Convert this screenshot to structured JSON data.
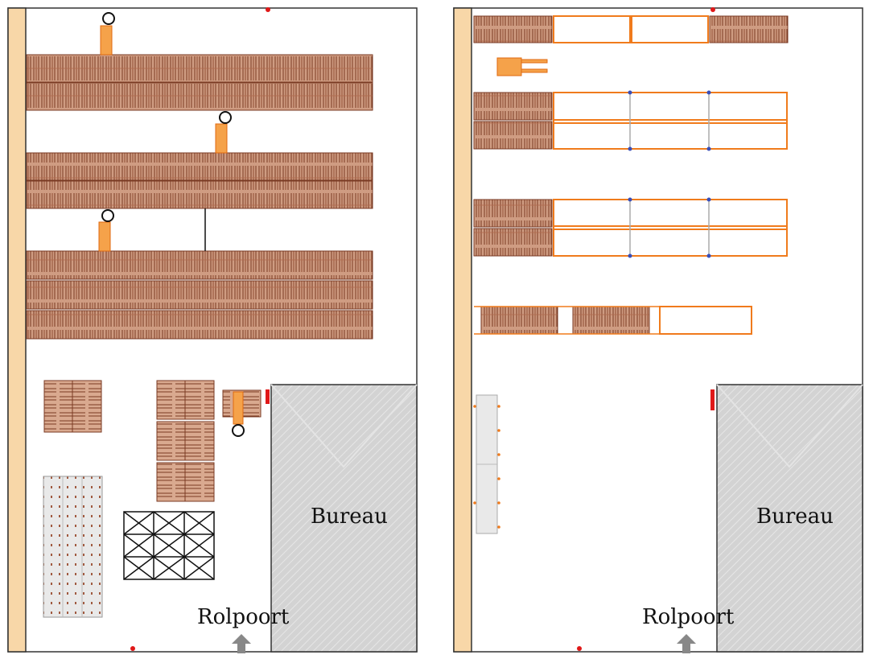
{
  "plans": [
    {
      "id": "left",
      "office_label": "Bureau",
      "door_label": "Rolpoort"
    },
    {
      "id": "right",
      "office_label": "Bureau",
      "door_label": "Rolpoort"
    }
  ],
  "colors": {
    "wall": "#f8d7a8",
    "wall_border": "#444444",
    "pallet_rack_fill": "#c58a6d",
    "pallet_rack_line": "#7a3a23",
    "orange_beam": "#f07b1c",
    "blue_upright": "#3a4fb8",
    "office_fill": "#d3d3d3",
    "arrow": "#888888",
    "marker": "#e01818"
  }
}
